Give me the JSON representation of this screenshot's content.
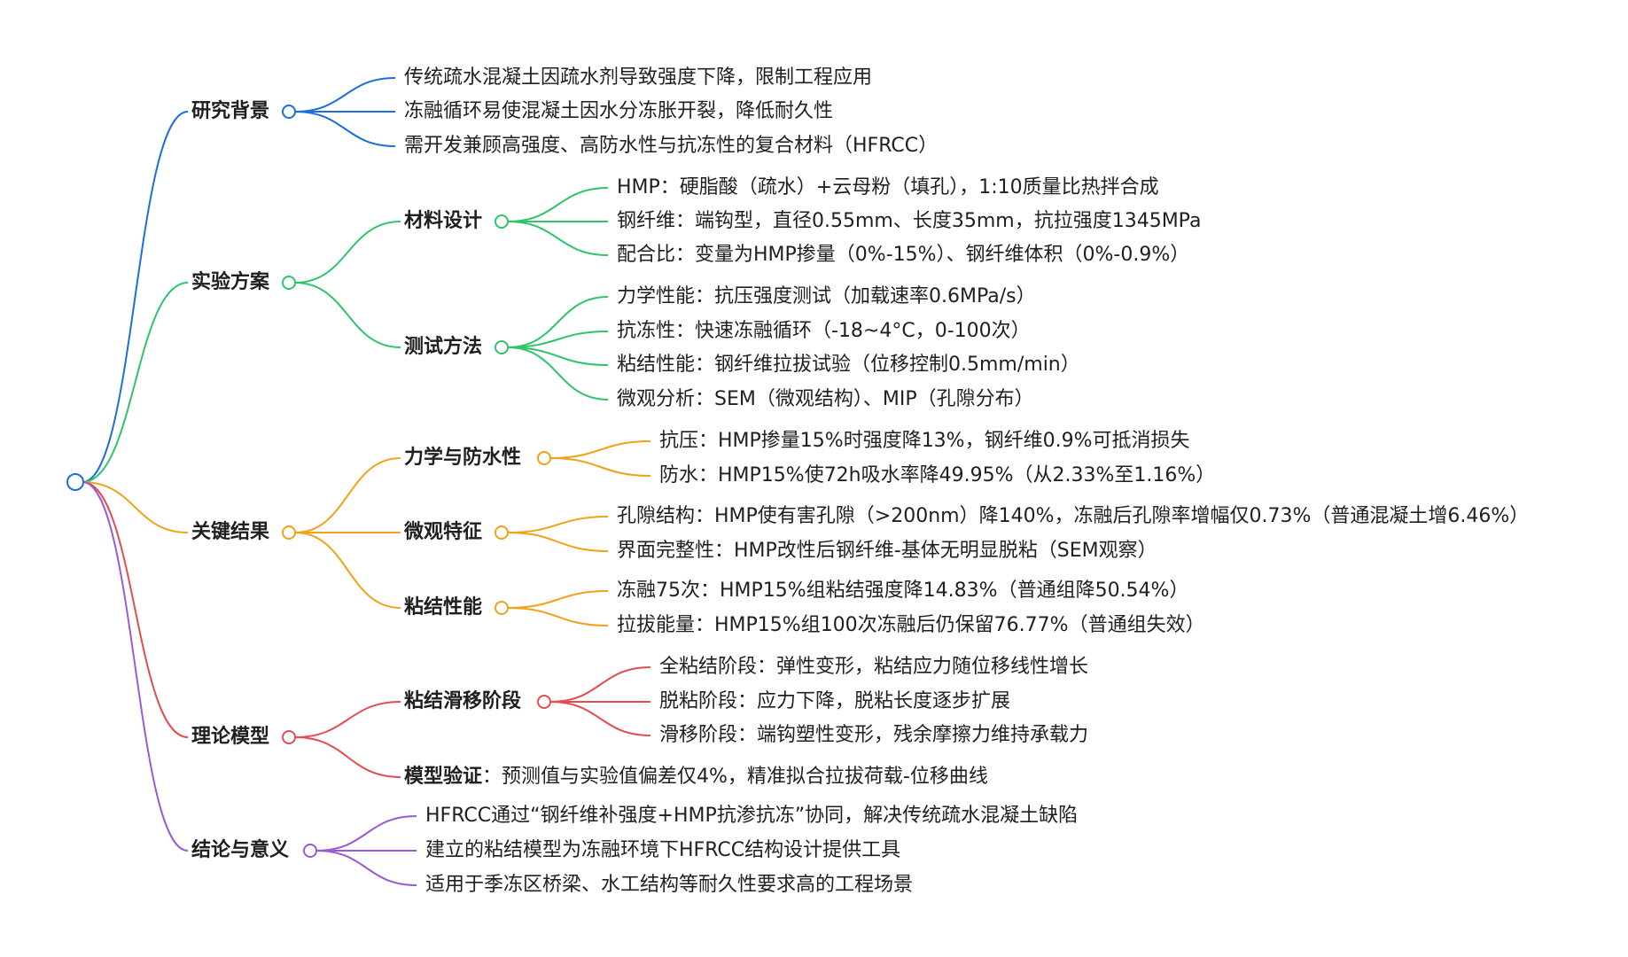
{
  "colors": {
    "root": "#1a6fd8",
    "blue": "#1a6fd8",
    "green": "#2fc46a",
    "orange": "#f0a21b",
    "red": "#e24d4d",
    "purple": "#9b59d6"
  },
  "mindmap": {
    "branches": [
      {
        "label": "研究背景",
        "color": "blue",
        "items": [
          {
            "text": "传统疏水混凝土因疏水剂导致强度下降，限制工程应用"
          },
          {
            "text": "冻融循环易使混凝土因水分冻胀开裂，降低耐久性"
          },
          {
            "text": "需开发兼顾高强度、高防水性与抗冻性的复合材料（HFRCC）"
          }
        ]
      },
      {
        "label": "实验方案",
        "color": "green",
        "groups": [
          {
            "label": "材料设计",
            "items": [
              {
                "text": "HMP：硬脂酸（疏水）+云母粉（填孔），1:10质量比热拌合成"
              },
              {
                "text": "钢纤维：端钩型，直径0.55mm、长度35mm，抗拉强度1345MPa"
              },
              {
                "text": "配合比：变量为HMP掺量（0%-15%）、钢纤维体积（0%-0.9%）"
              }
            ]
          },
          {
            "label": "测试方法",
            "items": [
              {
                "text": "力学性能：抗压强度测试（加载速率0.6MPa/s）"
              },
              {
                "text": "抗冻性：快速冻融循环（-18~4°C，0-100次）"
              },
              {
                "text": "粘结性能：钢纤维拉拔试验（位移控制0.5mm/min）"
              },
              {
                "text": "微观分析：SEM（微观结构）、MIP（孔隙分布）"
              }
            ]
          }
        ]
      },
      {
        "label": "关键结果",
        "color": "orange",
        "groups": [
          {
            "label": "力学与防水性",
            "items": [
              {
                "text": "抗压：HMP掺量15%时强度降13%，钢纤维0.9%可抵消损失"
              },
              {
                "text": "防水：HMP15%使72h吸水率降49.95%（从2.33%至1.16%）"
              }
            ]
          },
          {
            "label": "微观特征",
            "items": [
              {
                "text": "孔隙结构：HMP使有害孔隙（>200nm）降140%，冻融后孔隙率增幅仅0.73%（普通混凝土增6.46%）"
              },
              {
                "text": "界面完整性：HMP改性后钢纤维-基体无明显脱粘（SEM观察）"
              }
            ]
          },
          {
            "label": "粘结性能",
            "items": [
              {
                "text": "冻融75次：HMP15%组粘结强度降14.83%（普通组降50.54%）"
              },
              {
                "text": "拉拔能量：HMP15%组100次冻融后仍保留76.77%（普通组失效）"
              }
            ]
          }
        ]
      },
      {
        "label": "理论模型",
        "color": "red",
        "groups": [
          {
            "label": "粘结滑移阶段",
            "items": [
              {
                "text": "全粘结阶段：弹性变形，粘结应力随位移线性增长"
              },
              {
                "text": "脱粘阶段：应力下降，脱粘长度逐步扩展"
              },
              {
                "text": "滑移阶段：端钩塑性变形，残余摩擦力维持承载力"
              }
            ]
          }
        ],
        "leaf": {
          "key": "模型验证",
          "sep": "：",
          "text": "预测值与实验值偏差仅4%，精准拟合拉拔荷载-位移曲线"
        }
      },
      {
        "label": "结论与意义",
        "color": "purple",
        "items": [
          {
            "text": "HFRCC通过“钢纤维补强度+HMP抗渗抗冻”协同，解决传统疏水混凝土缺陷"
          },
          {
            "text": "建立的粘结模型为冻融环境下HFRCC结构设计提供工具"
          },
          {
            "text": "适用于季冻区桥梁、水工结构等耐久性要求高的工程场景"
          }
        ]
      }
    ]
  }
}
